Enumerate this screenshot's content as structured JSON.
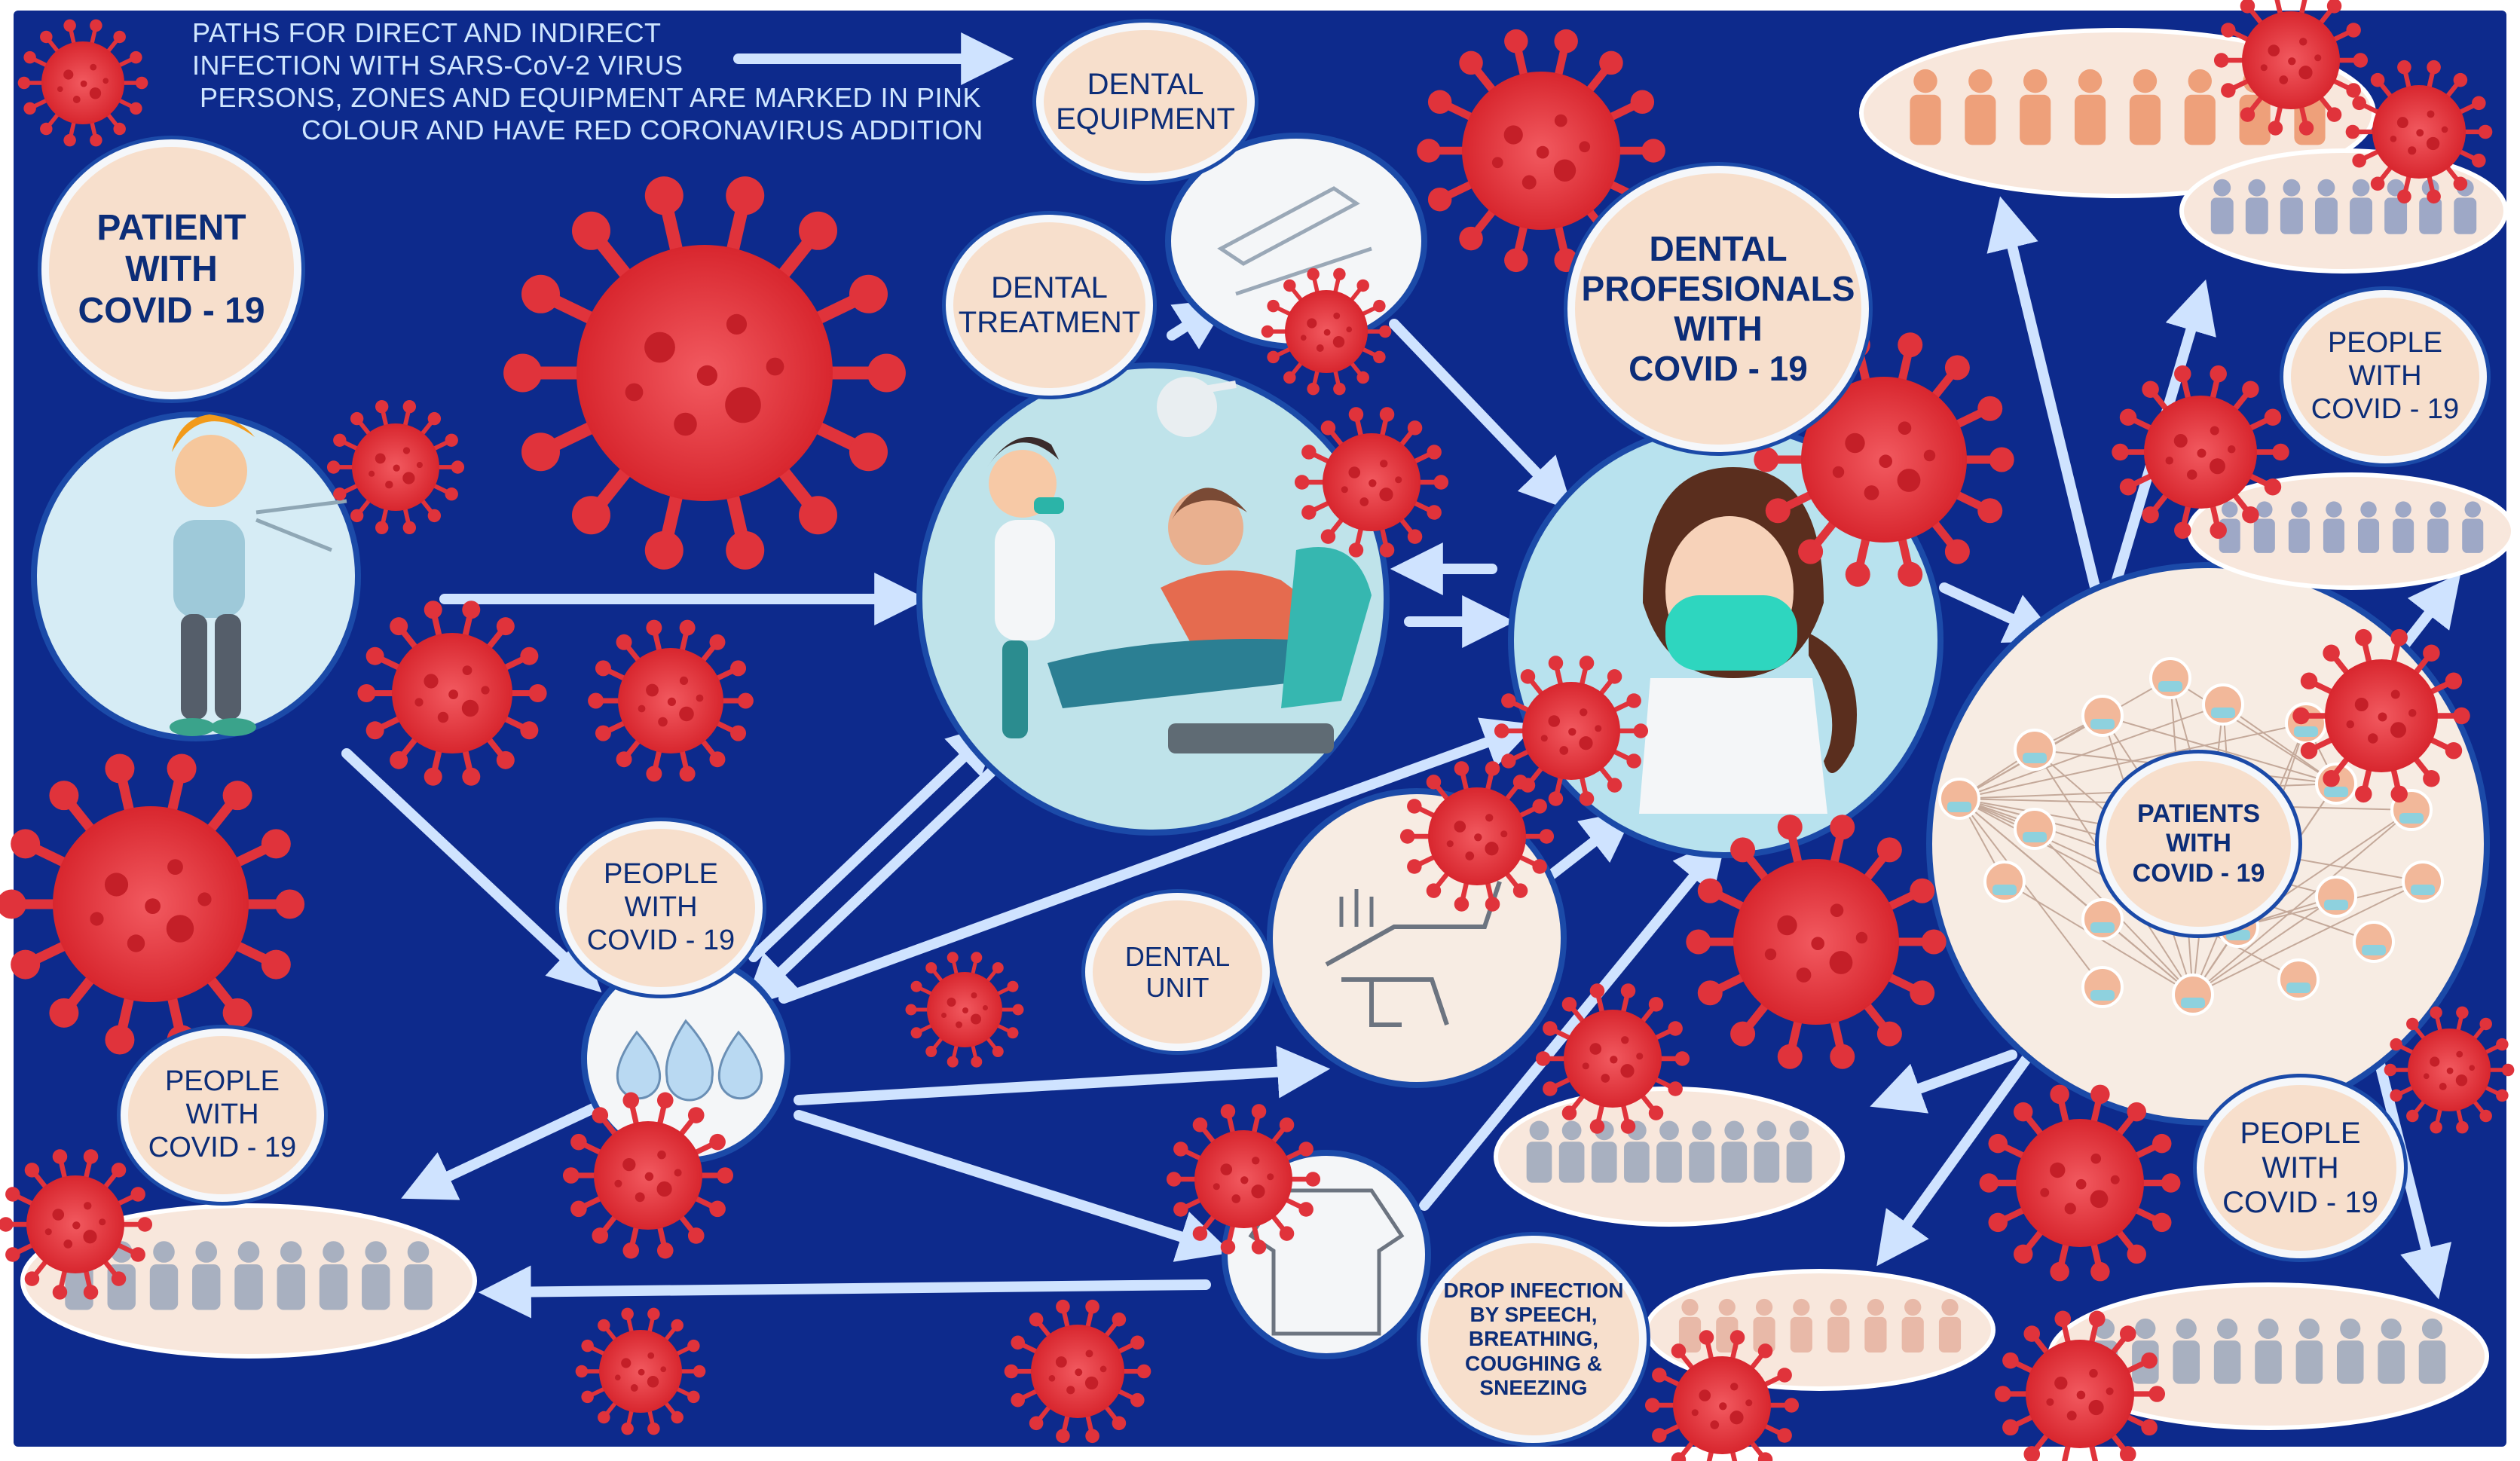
{
  "title_lines": [
    "PATHS FOR DIRECT AND INDIRECT",
    "INFECTION WITH SARS-CoV-2 VIRUS",
    "PERSONS, ZONES AND EQUIPMENT ARE MARKED IN PINK",
    "COLOUR AND HAVE RED CORONAVIRUS ADDITION"
  ],
  "labels": {
    "patient": [
      "PATIENT WITH",
      "COVID - 19"
    ],
    "dental_equipment": [
      "DENTAL",
      "EQUIPMENT"
    ],
    "dental_treatment": [
      "DENTAL",
      "TREATMENT"
    ],
    "dental_professionals": [
      "DENTAL",
      "PROFESIONALS",
      "WITH",
      "COVID - 19"
    ],
    "people_top_right": [
      "PEOPLE WITH",
      "COVID - 19"
    ],
    "people_mid": [
      "PEOPLE WITH",
      "COVID - 19"
    ],
    "people_left": [
      "PEOPLE WITH",
      "COVID - 19"
    ],
    "people_bottom_right": [
      "PEOPLE WITH",
      "COVID - 19"
    ],
    "dental_unit": [
      "DENTAL UNIT"
    ],
    "patients_network": [
      "PATIENTS",
      "WITH",
      "COVID - 19"
    ],
    "drop_infection": [
      "DROP INFECTION",
      "BY SPEECH,",
      "BREATHING,",
      "COUGHING &",
      "SNEEZING"
    ]
  },
  "colors": {
    "background": "#0d2a8c",
    "virus": "#e0333b",
    "arrow": "#cfe3ff",
    "label_fill": "#f7dfcc",
    "label_text": "#0c2d78"
  }
}
